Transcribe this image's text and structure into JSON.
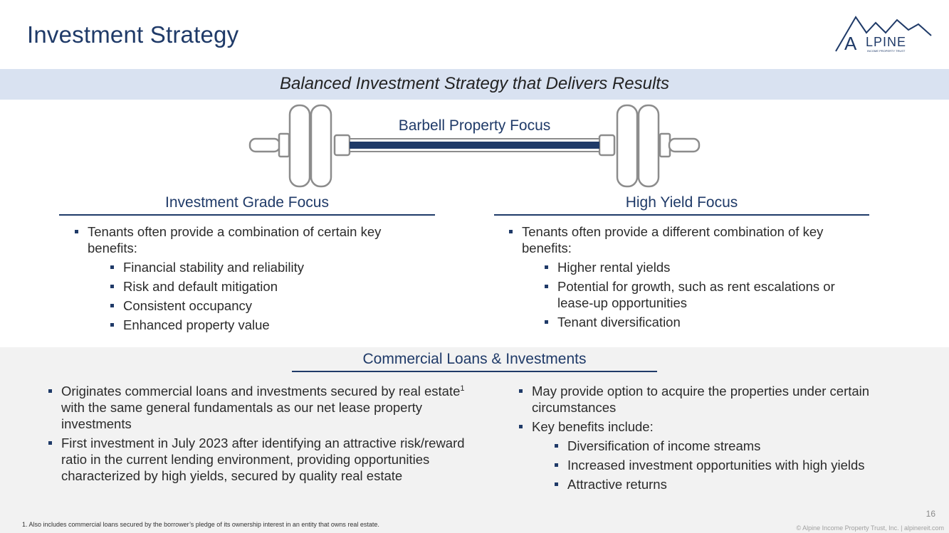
{
  "title": "Investment Strategy",
  "logo": {
    "wordmark": "LPINE",
    "initial": "A",
    "tagline": "INCOME PROPERTY TRUST"
  },
  "banner": "Balanced Investment Strategy that Delivers Results",
  "barbell_label": "Barbell Property Focus",
  "investment_grade": {
    "heading": "Investment Grade Focus",
    "lead": "Tenants often provide a combination of certain key benefits:",
    "items": [
      "Financial stability and reliability",
      "Risk and default mitigation",
      "Consistent occupancy",
      "Enhanced property value"
    ]
  },
  "high_yield": {
    "heading": "High Yield Focus",
    "lead": "Tenants often provide a different combination of key benefits:",
    "items": [
      "Higher rental yields",
      "Potential for growth, such as rent escalations or lease-up opportunities",
      "Tenant diversification"
    ]
  },
  "loans": {
    "heading": "Commercial Loans & Investments",
    "left": {
      "item1_pre": "Originates commercial loans and investments secured by real estate",
      "item1_sup": "1",
      "item1_post": " with the same general fundamentals as our net lease property investments",
      "item2": "First investment in July 2023 after identifying an attractive risk/reward ratio in the current lending environment, providing opportunities characterized by high yields, secured by quality real estate"
    },
    "right": {
      "item1": "May provide option to acquire the properties under certain circumstances",
      "item2": "Key benefits include:",
      "items": [
        "Diversification of income streams",
        "Increased investment opportunities with high yields",
        "Attractive returns"
      ]
    }
  },
  "footnote": "1. Also includes commercial loans secured by the borrower’s pledge of its ownership interest in an entity that owns real estate.",
  "page_number": "16",
  "copyright": "© Alpine Income Property Trust, Inc.  |  alpinereit.com",
  "colors": {
    "navy": "#1f3a68",
    "banner": "#d9e2f1",
    "panel": "#f2f2f2"
  }
}
